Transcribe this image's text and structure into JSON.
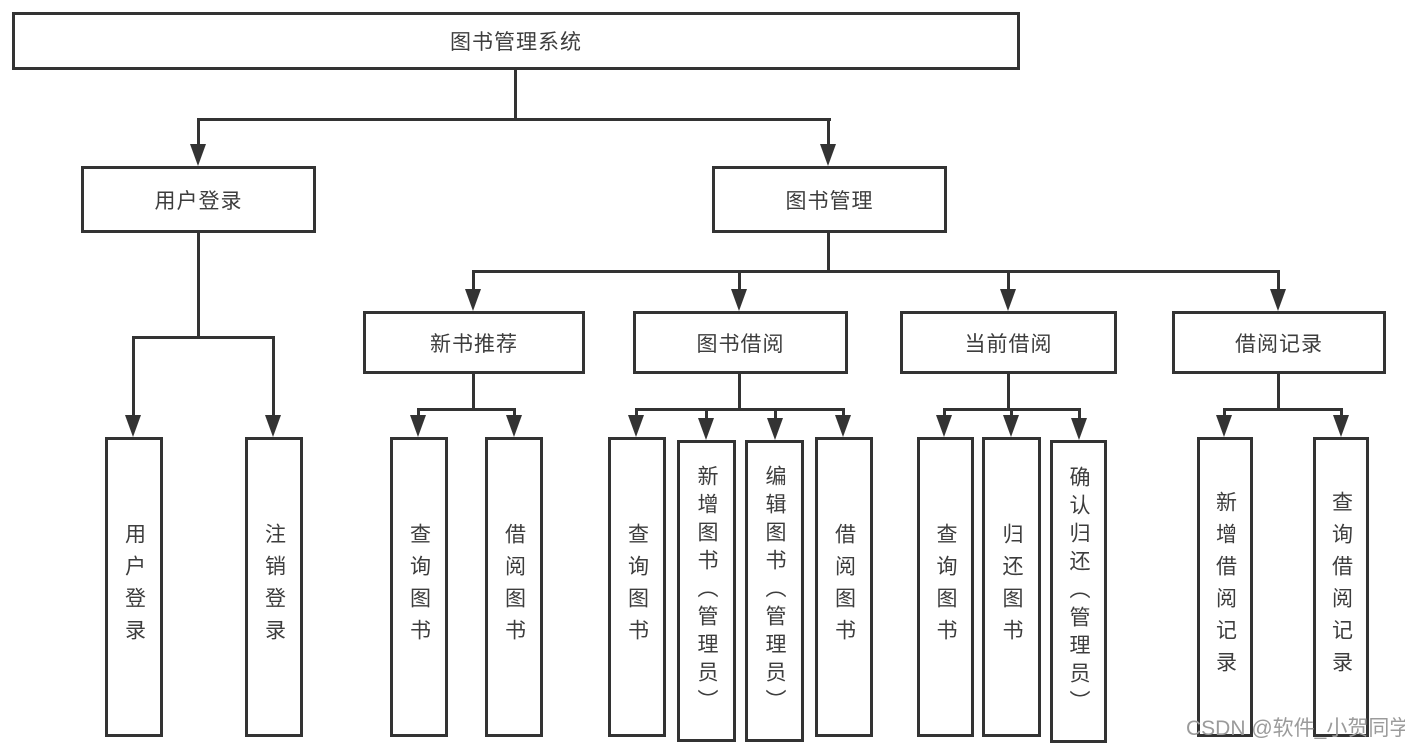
{
  "tree": {
    "root": {
      "label": "图书管理系统"
    },
    "branches": [
      {
        "label": "用户登录",
        "children": [
          {
            "label": "用户登录"
          },
          {
            "label": "注销登录"
          }
        ]
      },
      {
        "label": "图书管理",
        "children": [
          {
            "label": "新书推荐",
            "children": [
              {
                "label": "查询图书"
              },
              {
                "label": "借阅图书"
              }
            ]
          },
          {
            "label": "图书借阅",
            "children": [
              {
                "label": "查询图书"
              },
              {
                "label": "新增图书（管理员）"
              },
              {
                "label": "编辑图书（管理员）"
              },
              {
                "label": "借阅图书"
              }
            ]
          },
          {
            "label": "当前借阅",
            "children": [
              {
                "label": "查询图书"
              },
              {
                "label": "归还图书"
              },
              {
                "label": "确认归还（管理员）"
              }
            ]
          },
          {
            "label": "借阅记录",
            "children": [
              {
                "label": "新增借阅记录"
              },
              {
                "label": "查询借阅记录"
              }
            ]
          }
        ]
      }
    ]
  },
  "watermark": {
    "text": "CSDN @软件_小贺同学"
  },
  "colors": {
    "line": "#333333",
    "text": "#3d3d3d",
    "background": "#ffffff",
    "watermark": "#9b9b9b"
  }
}
